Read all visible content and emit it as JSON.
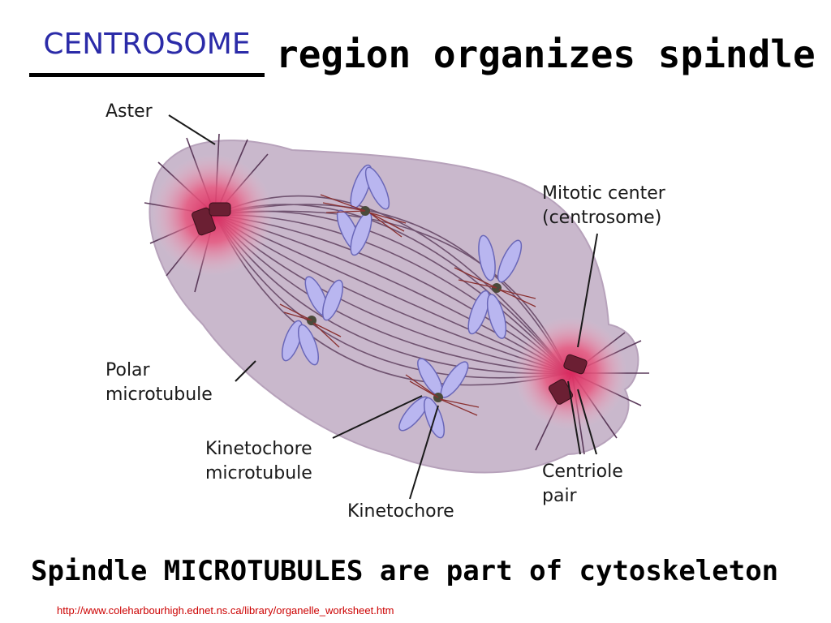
{
  "title": {
    "blank_answer": "CENTROSOME",
    "rest": "region organizes spindle"
  },
  "diagram": {
    "labels": {
      "aster": "Aster",
      "mitotic_center_line1": "Mitotic center",
      "mitotic_center_line2": "(centrosome)",
      "polar_line1": "Polar",
      "polar_line2": "microtubule",
      "kinetochore_mt_line1": "Kinetochore",
      "kinetochore_mt_line2": "microtubule",
      "kinetochore": "Kinetochore",
      "centriole_line1": "Centriole",
      "centriole_line2": "pair"
    },
    "colors": {
      "cell": "#c9b8cc",
      "centrosome_glow": "#e84a7a",
      "chromosome": "#b9b6f0",
      "fiber": "#5a3a5a"
    }
  },
  "caption": "Spindle MICROTUBULES are part of cytoskeleton",
  "source": "http://www.coleharbourhigh.ednet.ns.ca/library/organelle_worksheet.htm"
}
